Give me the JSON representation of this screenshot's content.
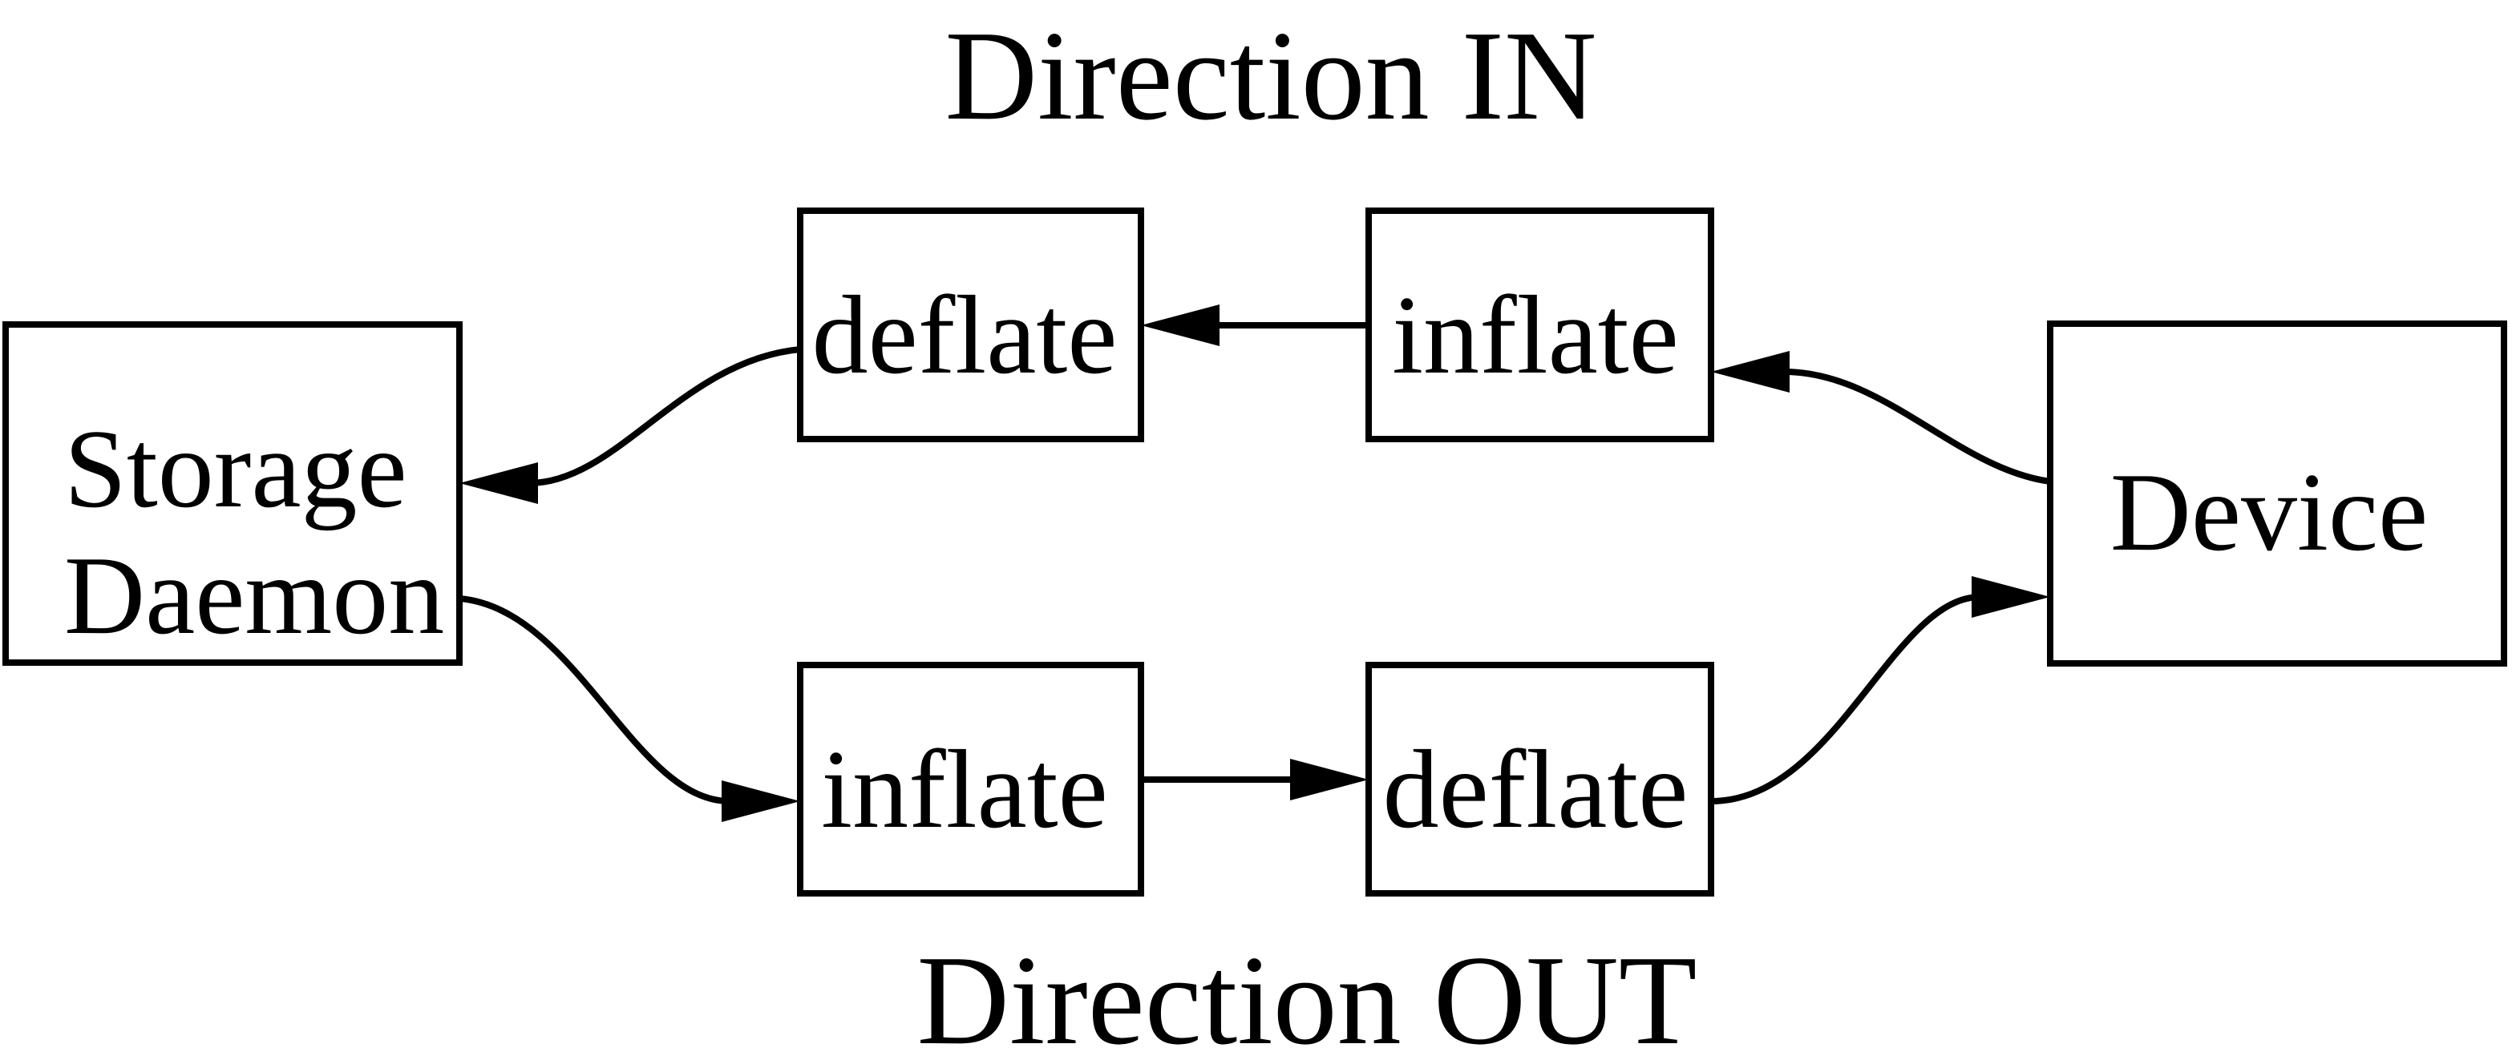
{
  "diagram": {
    "background_color": "#ffffff",
    "stroke_color": "#000000",
    "titles": {
      "direction_in": "Direction IN",
      "direction_out": "Direction OUT"
    },
    "nodes": {
      "storage_daemon": {
        "label_line1": "Storage",
        "label_line2": "Daemon"
      },
      "deflate_in": {
        "label": "deflate"
      },
      "inflate_in": {
        "label": "inflate"
      },
      "inflate_out": {
        "label": "inflate"
      },
      "deflate_out": {
        "label": "deflate"
      },
      "device": {
        "label": "Device"
      }
    },
    "edges": [
      {
        "from": "device",
        "to": "inflate_in",
        "direction": "IN"
      },
      {
        "from": "inflate_in",
        "to": "deflate_in",
        "direction": "IN"
      },
      {
        "from": "deflate_in",
        "to": "storage_daemon",
        "direction": "IN"
      },
      {
        "from": "storage_daemon",
        "to": "inflate_out",
        "direction": "OUT"
      },
      {
        "from": "inflate_out",
        "to": "deflate_out",
        "direction": "OUT"
      },
      {
        "from": "deflate_out",
        "to": "device",
        "direction": "OUT"
      }
    ]
  }
}
